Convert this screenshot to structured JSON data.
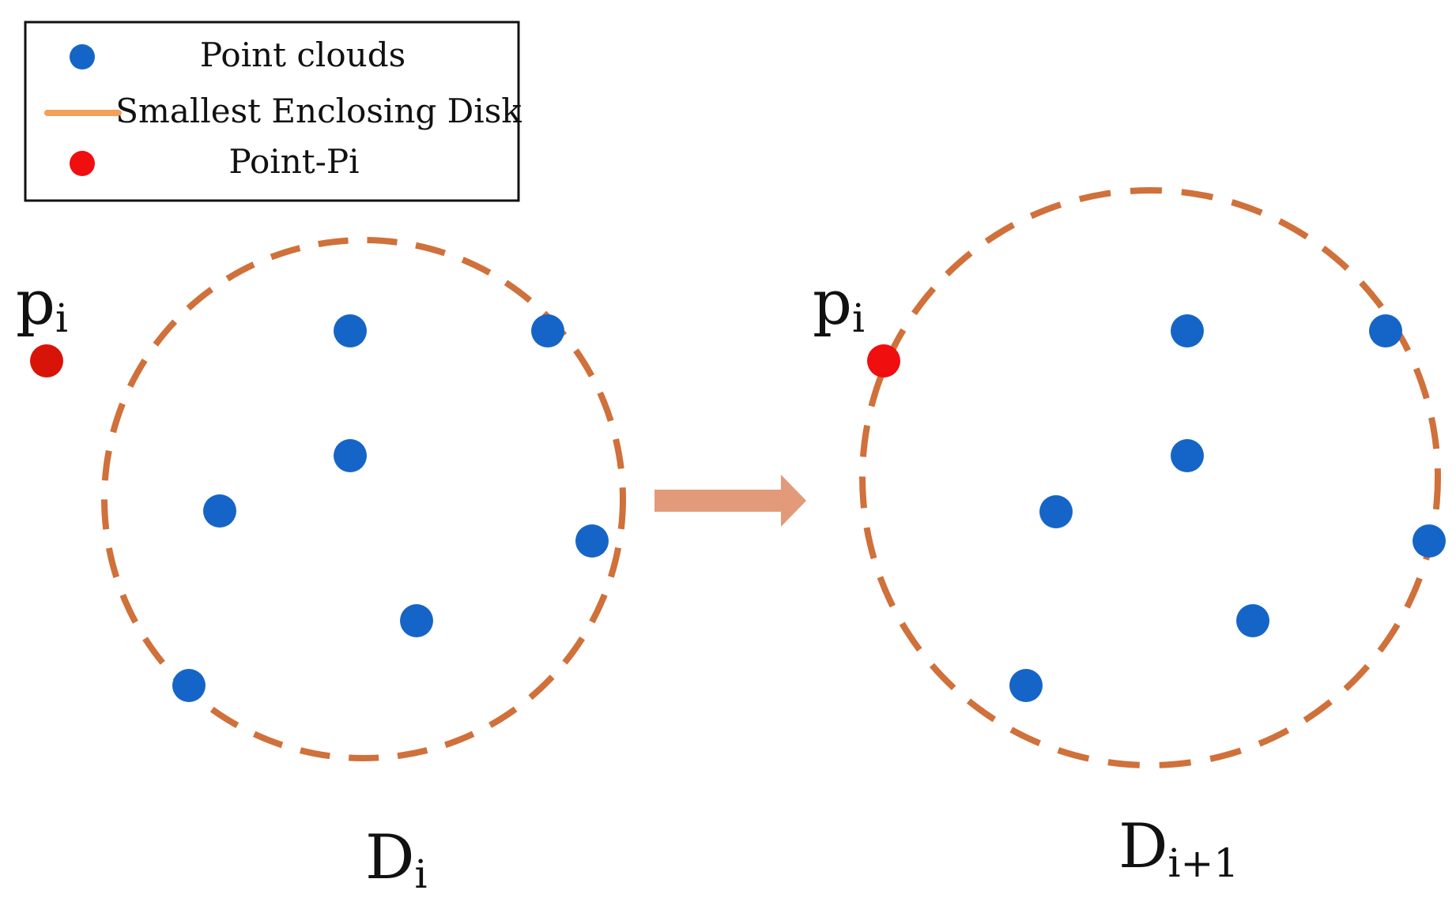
{
  "legend": {
    "items": [
      {
        "label": "Point clouds",
        "kind": "dot",
        "color": "#1565C8"
      },
      {
        "label": "Smallest Enclosing Disk",
        "kind": "line",
        "color": "#F2A05A"
      },
      {
        "label": "Point-Pi",
        "kind": "dot",
        "color": "#F00E0E"
      }
    ]
  },
  "colors": {
    "point": "#1565C8",
    "point_pi_left": "#D81408",
    "point_pi_right": "#F00E0E",
    "disk": "#D0703A",
    "arrow": "#E39A7A"
  },
  "labels": {
    "pi_base": "p",
    "pi_sub": "i",
    "d_left_base": "D",
    "d_left_sub": "i",
    "d_right_base": "D",
    "d_right_sub": "i+1"
  }
}
